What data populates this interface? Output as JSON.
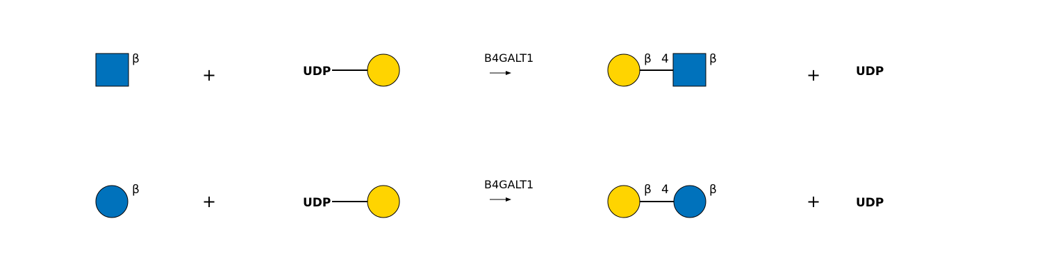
{
  "colors": {
    "galactose_yellow": "#FFD400",
    "glc_blue": "#0072BC",
    "glcnac_blue": "#0072BC"
  },
  "icons": {
    "glcnac": "blue-square-icon",
    "glucose": "blue-circle-icon",
    "galactose": "yellow-circle-icon"
  },
  "reactions": [
    {
      "substrate_anomer": "β",
      "plus1": "+",
      "donor_label": "UDP",
      "enzyme": "B4GALT1",
      "product_anomer_left": "β",
      "product_linkage": "4",
      "product_anomer_right": "β",
      "plus2": "+",
      "byproduct": "UDP"
    },
    {
      "substrate_anomer": "β",
      "plus1": "+",
      "donor_label": "UDP",
      "enzyme": "B4GALT1",
      "product_anomer_left": "β",
      "product_linkage": "4",
      "product_anomer_right": "β",
      "plus2": "+",
      "byproduct": "UDP"
    }
  ]
}
